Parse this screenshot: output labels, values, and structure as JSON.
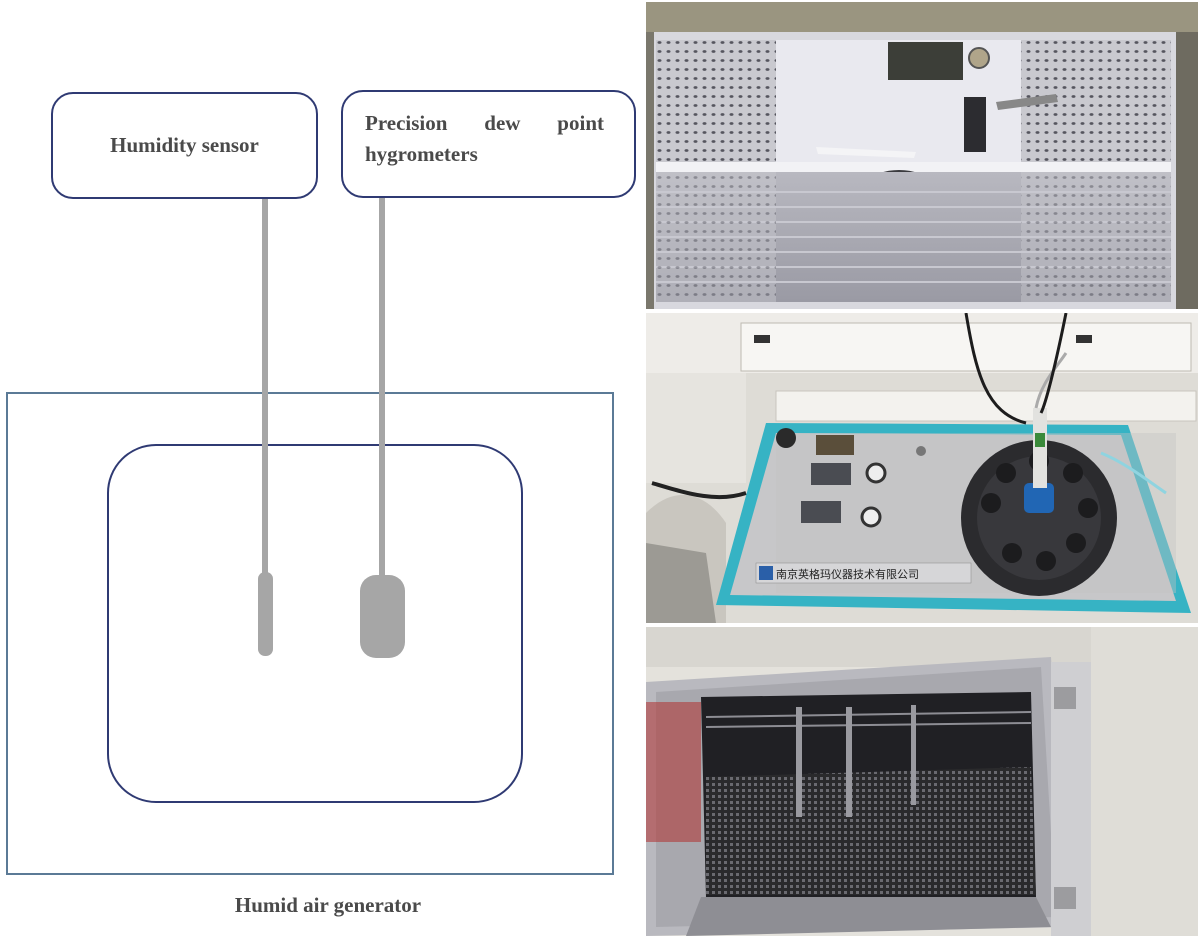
{
  "diagram": {
    "labels": {
      "humidity_sensor": "Humidity sensor",
      "hygrometer_line1": "Precision dew point",
      "hygrometer_line2": "hygrometers",
      "generator": "Humid air generator"
    },
    "photos": {
      "bench_company_name": "南京英格玛仪器技术有限公司"
    },
    "colors": {
      "box_border": "#2f3a73",
      "generator_border": "#5b7a96",
      "probe": "#a6a6a6",
      "text": "#4a4a4a",
      "bench_frame": "#36b3c4"
    }
  }
}
